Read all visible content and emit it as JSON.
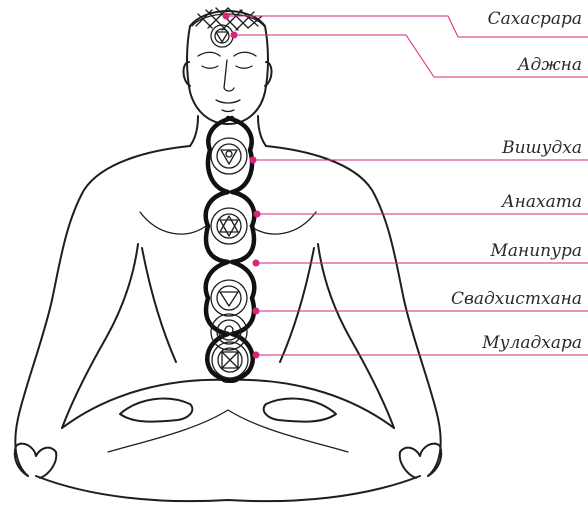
{
  "diagram": {
    "accent_color": "#d6247c",
    "line_color": "#1e1e1e",
    "chakras": [
      {
        "id": "sahasrara",
        "label": "Сахасрара"
      },
      {
        "id": "ajna",
        "label": "Аджна"
      },
      {
        "id": "vishuddha",
        "label": "Вишудха"
      },
      {
        "id": "anahata",
        "label": "Анахата"
      },
      {
        "id": "manipura",
        "label": "Манипура"
      },
      {
        "id": "svadhisthana",
        "label": "Свадхистхана"
      },
      {
        "id": "muladhara",
        "label": "Муладхара"
      }
    ]
  }
}
